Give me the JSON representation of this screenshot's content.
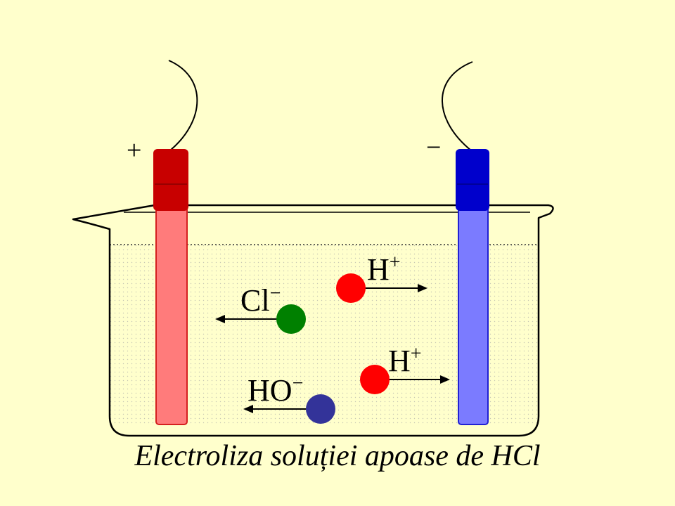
{
  "electrodes": {
    "anode": {
      "sign": "+",
      "color": "#FF7B7B",
      "cap_color": "#C80000"
    },
    "cathode": {
      "sign": "−",
      "color": "#7B7BFF",
      "cap_color": "#0000CC"
    }
  },
  "ions": [
    {
      "name": "h-plus-1",
      "symbol": "H",
      "charge": "+",
      "color": "#FF0000",
      "direction": "right"
    },
    {
      "name": "cl-minus",
      "symbol": "Cl",
      "charge": "−",
      "color": "#008000",
      "direction": "left"
    },
    {
      "name": "h-plus-2",
      "symbol": "H",
      "charge": "+",
      "color": "#FF0000",
      "direction": "right"
    },
    {
      "name": "ho-minus",
      "symbol": "HO",
      "charge": "−",
      "color": "#333399",
      "direction": "left"
    }
  ],
  "caption": "Electroliza soluției apoase de HCl"
}
